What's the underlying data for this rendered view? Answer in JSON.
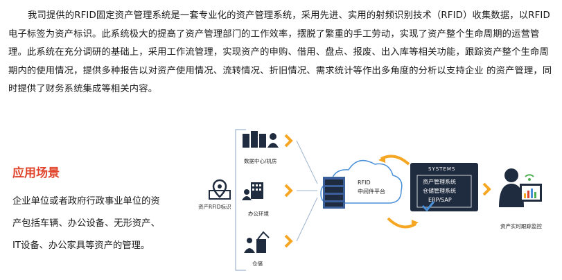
{
  "intro": {
    "text": "我司提供的RFID固定资产管理系统是一套专业化的资产管理系统，采用先进、实用的射频识别技术（RFID）收集数据，以RFID电子标签为资产标识。此系统极大的提高了资产管理部门的工作效率，摆脱了繁重的手工劳动，实现了资产整个生命周期的运营管理。此系统在充分调研的基础上，采用工作流管理，实现资产的申购、借用、盘点、报废、出入库等相关功能，跟踪资产整个生命周期内的使用情况，提供多种报告以对资产使用情况、流转情况、折旧情况、需求统计等作出多角度的分析以支持企业 的资产管理，同时提供了财务系统集成等相关内容。"
  },
  "scene": {
    "title": "应用场景",
    "description": "企业单位或者政府行政事业单位的资产包括车辆、办公设备、无形资产、IT设备、办公家具等资产的管理。"
  },
  "diagram": {
    "tag_label": "资产RFID标识",
    "datacenter_label": "数据中心/机房",
    "office_label": "办公环境",
    "warehouse_label": "仓储",
    "rfid_line1": "RFID",
    "rfid_line2": "中间件平台",
    "systems_header": "SYSTEMS",
    "sys_item1": "资产管理系统",
    "sys_item2": "仓储管理系统",
    "sys_item3": "ERP/SAP",
    "monitor_label": "资产实时跟踪监控",
    "colors": {
      "accent_orange": "#f5a623",
      "title_red": "#e0452c",
      "dark_navy": "#1f2b3e",
      "cloud_blue": "#4a90d9",
      "server_blue": "#3a5f9a"
    }
  }
}
